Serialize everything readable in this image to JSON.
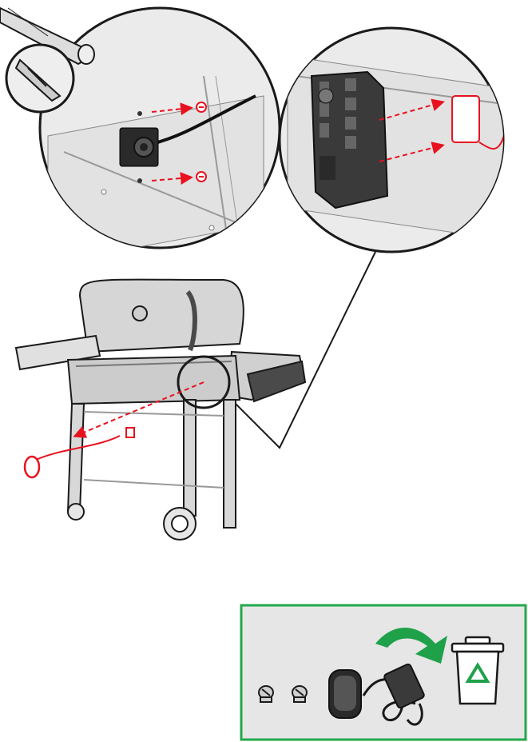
{
  "figure": {
    "kind": "assembly-instruction-illustration",
    "colors": {
      "stroke": "#1a1a1a",
      "grill_fill": "#dcdcdc",
      "grill_dark": "#555555",
      "detail_bg": "#ebebeb",
      "accent_red": "#e8121f",
      "recycle_green": "#1fa14a",
      "panel_bg": "#e6e6e6",
      "panel_border": "#22a94b",
      "arrow_green": "#1fa14a"
    },
    "icons": [
      "screwdriver-icon",
      "phillips-tip-icon",
      "screw-icon",
      "battery-housing-icon",
      "ac-adapter-icon",
      "grill-icon",
      "sensor-pad-icon",
      "recycle-bin-icon"
    ],
    "steps": {
      "remove_screws": {
        "screw_count": 2
      },
      "unplug_adapter": {
        "plug_count": 2
      },
      "recycle": {
        "items_discarded": 4
      }
    }
  }
}
